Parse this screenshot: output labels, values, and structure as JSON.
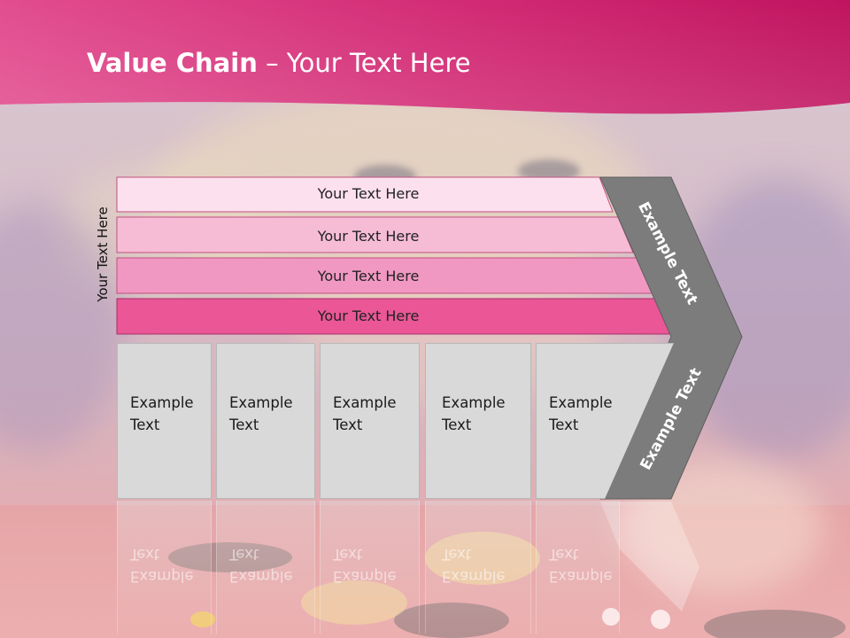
{
  "slide": {
    "title_bold": "Value Chain",
    "title_rest": " – Your Text Here",
    "side_label": "Your Text Here",
    "support_bars": [
      {
        "label": "Your Text Here",
        "color": "#fce0ee"
      },
      {
        "label": "Your Text Here",
        "color": "#f6bcd6"
      },
      {
        "label": "Your Text Here",
        "color": "#f198c2"
      },
      {
        "label": "Your Text Here",
        "color": "#ea5696"
      }
    ],
    "primary_boxes": [
      {
        "line1": "Example",
        "line2": "Text"
      },
      {
        "line1": "Example",
        "line2": "Text"
      },
      {
        "line1": "Example",
        "line2": "Text"
      },
      {
        "line1": "Example",
        "line2": "Text"
      },
      {
        "line1": "Example",
        "line2": "Text"
      }
    ],
    "margin_top_label": "Example Text",
    "margin_bottom_label": "Example Text",
    "colors": {
      "header_dark": "#c0145f",
      "header_light": "#e24d8f",
      "margin_arrow": "#7c7c7c",
      "box_fill": "#d9d9d9"
    }
  }
}
